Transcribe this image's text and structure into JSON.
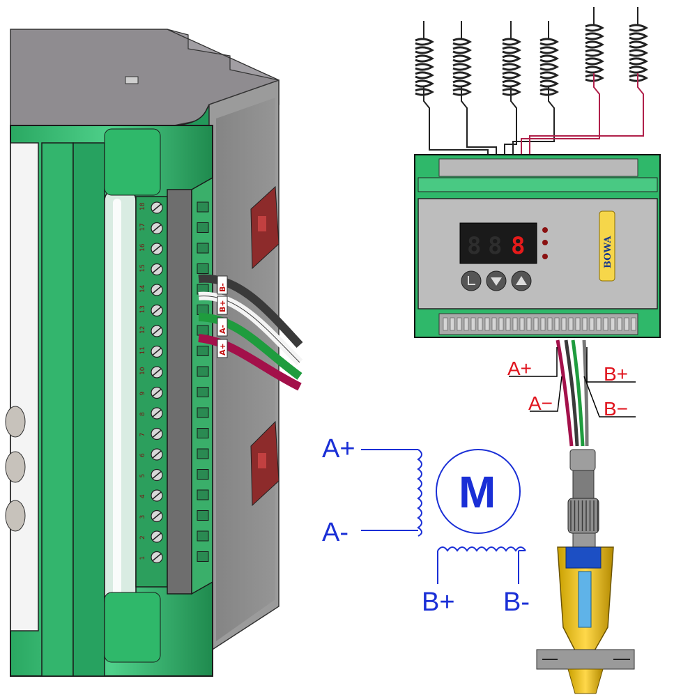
{
  "controller": {
    "display_digits": [
      "8",
      "8",
      "8"
    ],
    "brand": "BOWA",
    "colors": {
      "housing_green": "#2fb86a",
      "display_red": "#e61a1a",
      "panel_gray": "#bdbdbd"
    }
  },
  "wire_labels": {
    "a_plus": "A+",
    "a_minus": "A−",
    "b_plus": "B+",
    "b_minus": "B−"
  },
  "terminal_labels": {
    "a_plus": "A+",
    "a_minus": "A-",
    "b_plus": "B+",
    "b_minus": "B-"
  },
  "terminal_numbers": [
    "18",
    "17",
    "16",
    "15",
    "14",
    "13",
    "12",
    "11",
    "10",
    "9",
    "8",
    "7",
    "6",
    "5",
    "4",
    "3",
    "2",
    "1"
  ],
  "motor_schematic": {
    "symbol": "M",
    "a_plus": "A+",
    "a_minus": "A-",
    "b_plus": "B+",
    "b_minus": "B-"
  }
}
